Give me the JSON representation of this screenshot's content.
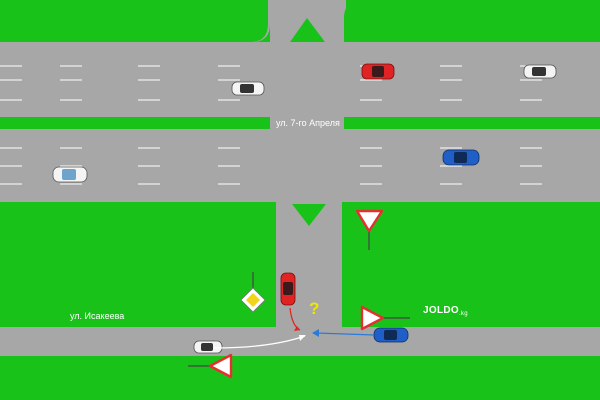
{
  "colors": {
    "grass": "#19c219",
    "road": "#a7a7a7",
    "lane_marking": "#ffffff",
    "red_car": "#e02323",
    "blue_car": "#1f5fc7",
    "white_car": "#f4f4f4",
    "blue_arrow": "#2b7bd6",
    "red_arrow": "#e02323",
    "white_arrow": "#ffffff",
    "question_mark": "#f2e600",
    "sign_red": "#e53030",
    "sign_yellow": "#f2d51a"
  },
  "labels": {
    "street_top": "ул. 7-го Апреля",
    "street_left": "ул. Исакеева",
    "brand_main": "JOLDO",
    "brand_suffix": ".kg",
    "question": "?"
  },
  "signs": [
    {
      "type": "give-way",
      "icon": "give-way-sign-icon"
    },
    {
      "type": "give-way",
      "icon": "give-way-sign-icon"
    },
    {
      "type": "give-way",
      "icon": "give-way-sign-icon"
    },
    {
      "type": "priority-road",
      "icon": "priority-road-sign-icon"
    }
  ],
  "vehicles": [
    {
      "color": "white",
      "direction": "west"
    },
    {
      "color": "red",
      "direction": "east"
    },
    {
      "color": "white",
      "direction": "west"
    },
    {
      "color": "white",
      "direction": "east"
    },
    {
      "color": "blue",
      "direction": "east"
    },
    {
      "color": "red",
      "direction": "south"
    },
    {
      "color": "white",
      "direction": "east"
    },
    {
      "color": "blue",
      "direction": "west"
    }
  ]
}
